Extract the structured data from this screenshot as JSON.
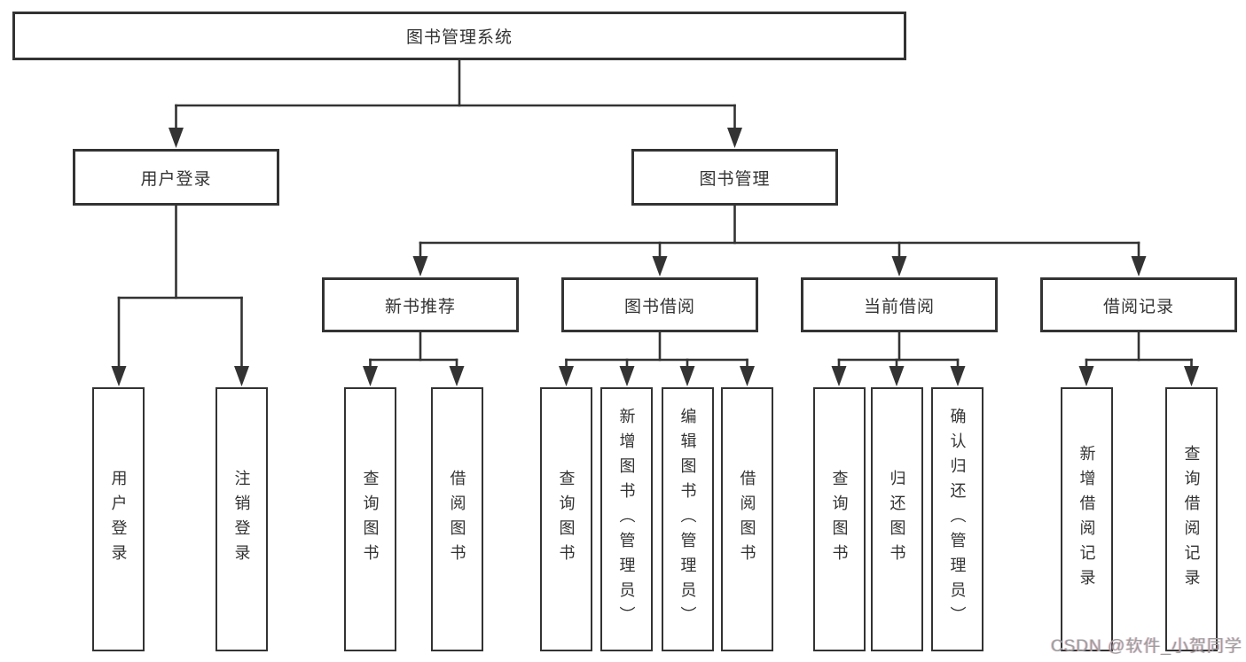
{
  "colors": {
    "line": "#333333",
    "border": "#333333",
    "text": "#333333",
    "background": "#ffffff",
    "watermark": "#9e9e9e"
  },
  "watermark": {
    "text": "CSDN @软件_小贺同学"
  },
  "tree": {
    "root": {
      "label": "图书管理系统"
    },
    "level2": [
      {
        "label": "用户登录"
      },
      {
        "label": "图书管理"
      }
    ],
    "modules": [
      {
        "label": "新书推荐"
      },
      {
        "label": "图书借阅"
      },
      {
        "label": "当前借阅"
      },
      {
        "label": "借阅记录"
      }
    ],
    "leaves": {
      "user_login": [
        "用户登录",
        "注销登录"
      ],
      "new_book": [
        "查询图书",
        "借阅图书"
      ],
      "book_borrow": [
        "查询图书",
        "新增图书（管理员）",
        "编辑图书（管理员）",
        "借阅图书"
      ],
      "current_borrow": [
        "查询图书",
        "归还图书",
        "确认归还（管理员）"
      ],
      "borrow_record": [
        "新增借阅记录",
        "查询借阅记录"
      ]
    }
  }
}
